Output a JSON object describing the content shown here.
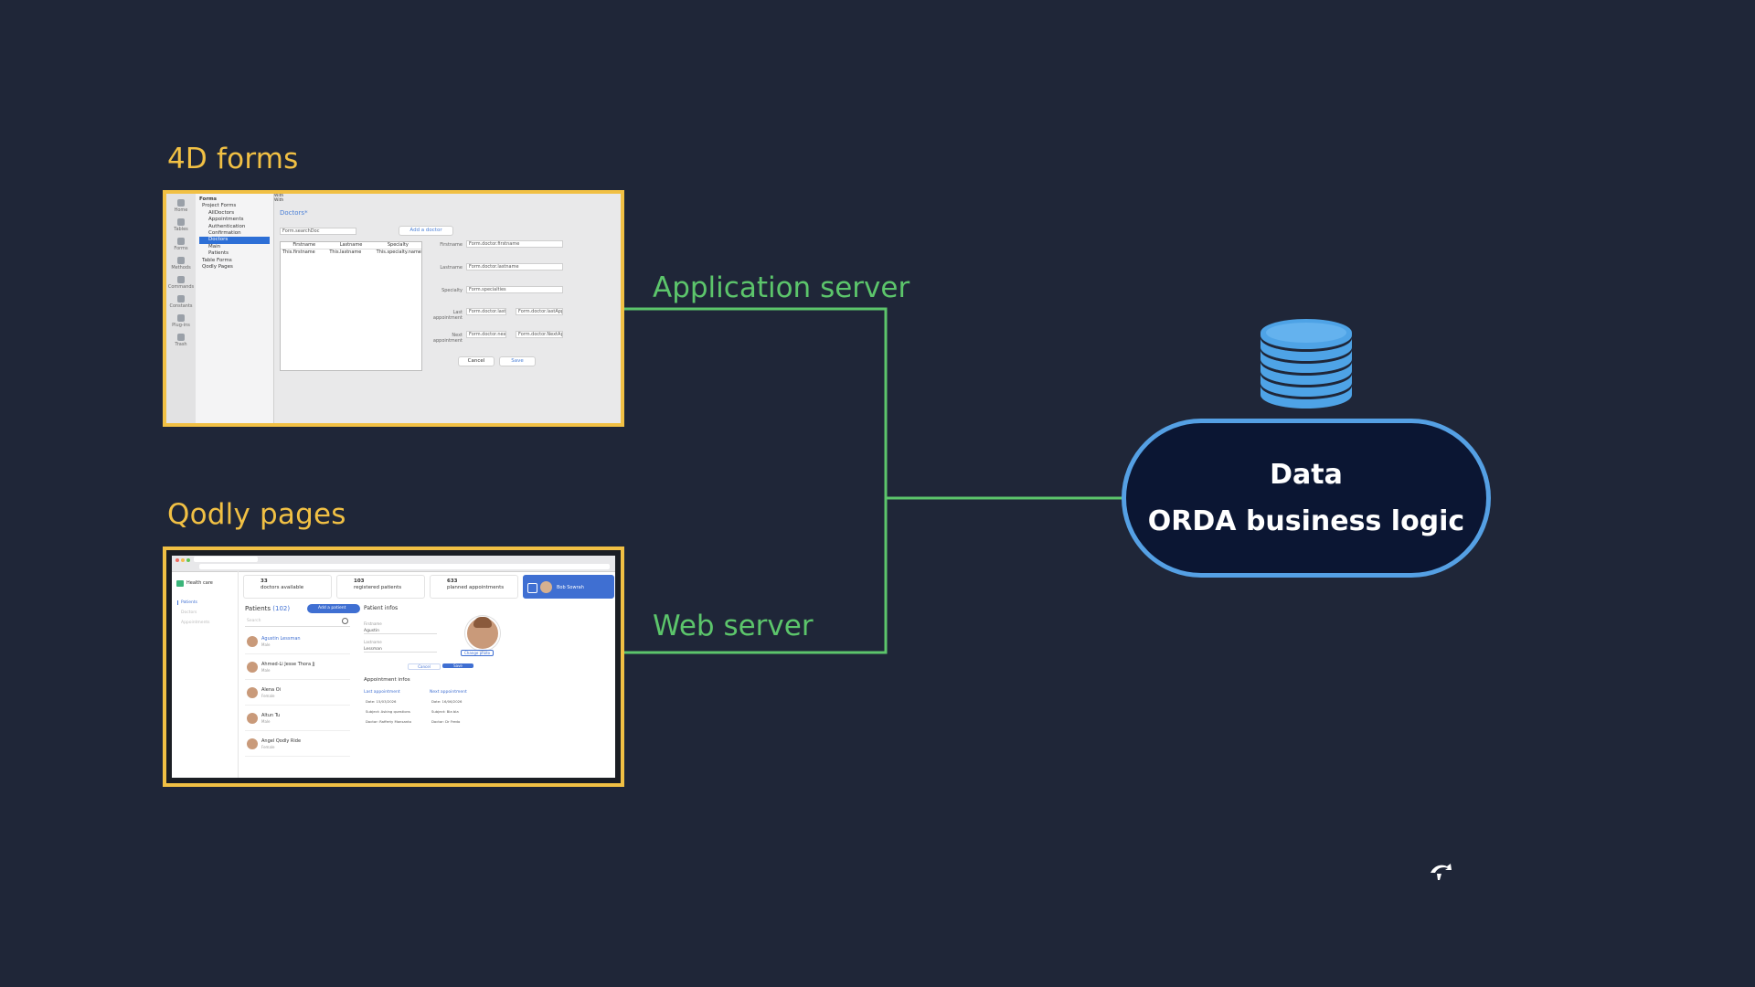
{
  "headings": {
    "forms": "4D forms",
    "pages": "Qodly pages"
  },
  "connectors": {
    "app_server": "Application server",
    "web_server": "Web server"
  },
  "data_node": {
    "line1": "Data",
    "line2": "ORDA business logic",
    "icon": "database-icon"
  },
  "colors": {
    "background": "#1f2638",
    "heading": "#f1c044",
    "connector": "#5cc56b",
    "pill_border": "#55a0e4",
    "db": "#4ea3e6"
  },
  "forms_mock": {
    "rail": [
      "Home",
      "Tables",
      "Forms",
      "Methods",
      "Commands",
      "Constants",
      "Plug-ins",
      "Trash"
    ],
    "tree": [
      "Forms",
      "Project Forms",
      "AllDoctors",
      "Appointments",
      "Authentication",
      "Confirmation",
      "Doctors",
      "Main",
      "Patients",
      "Table Forms",
      "Qodly Pages"
    ],
    "title": "Doctors*",
    "search": "Form.searchDoc",
    "add_button": "Add a doctor",
    "columns": [
      "Firstname",
      "Lastname",
      "Specialty"
    ],
    "row": [
      "This.firstname",
      "This.lastname",
      "This.specialty.name"
    ],
    "fields": [
      {
        "label": "Firstname",
        "value": "Form.doctor.firstname"
      },
      {
        "label": "Lastname",
        "value": "Form.doctor.lastname"
      },
      {
        "label": "Specialty",
        "value": "Form.specialties"
      },
      {
        "label": "Last appointment",
        "value": "Form.doctor.last",
        "with": "With",
        "with_value": "Form.doctor.lastApp"
      },
      {
        "label": "Next appointment",
        "value": "Form.doctor.nex",
        "with": "With",
        "with_value": "Form.doctor.NextApp"
      }
    ],
    "cancel": "Cancel",
    "save": "Save"
  },
  "qodly_mock": {
    "brand": "Health care",
    "nav": [
      "Patients",
      "Doctors",
      "Appointments"
    ],
    "stats": [
      {
        "num": "33",
        "label": "doctors available"
      },
      {
        "num": "103",
        "label": "registered patients"
      },
      {
        "num": "633",
        "label": "planned appointments"
      }
    ],
    "user": "Bob Sowrah",
    "patients_title": "Patients",
    "patients_count": "(102)",
    "add_patient": "Add a patient",
    "search": "Search",
    "patients": [
      {
        "name": "Agustin Lessman",
        "sub": "Male"
      },
      {
        "name": "Ahmed-Li Jesse Thora Jj",
        "sub": "Male"
      },
      {
        "name": "Alena Oi",
        "sub": "Female"
      },
      {
        "name": "Altun Tu",
        "sub": "Male"
      },
      {
        "name": "Angel Qodly Ride",
        "sub": "Female"
      }
    ],
    "patient_infos": "Patient infos",
    "firstname_label": "Firstname",
    "firstname_value": "Agustin",
    "lastname_label": "Lastname",
    "lastname_value": "Lessman",
    "change_photo": "Change photo",
    "cancel": "Cancel",
    "save": "Save",
    "appointment_infos": "Appointment infos",
    "last_appointment": "Last appointment",
    "next_appointment": "Next appointment",
    "last": {
      "date": "Date: 15/03/2026",
      "subject": "Subject: Asking questions",
      "doctor": "Doctor: Rafferty Monsanto"
    },
    "next": {
      "date": "Date: 16/06/2026",
      "subject": "Subject: Bla bla",
      "doctor": "Doctor: Dr Fredo"
    }
  }
}
